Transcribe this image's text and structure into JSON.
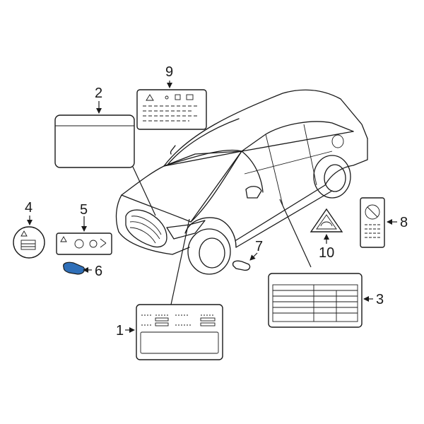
{
  "callouts": {
    "c1": "1",
    "c2": "2",
    "c3": "3",
    "c4": "4",
    "c5": "5",
    "c6": "6",
    "c7": "7",
    "c8": "8",
    "c9": "9",
    "c10": "10"
  },
  "colors": {
    "line": "#1a1a1a",
    "highlight_fill": "#2f6fb8",
    "background": "#ffffff"
  }
}
